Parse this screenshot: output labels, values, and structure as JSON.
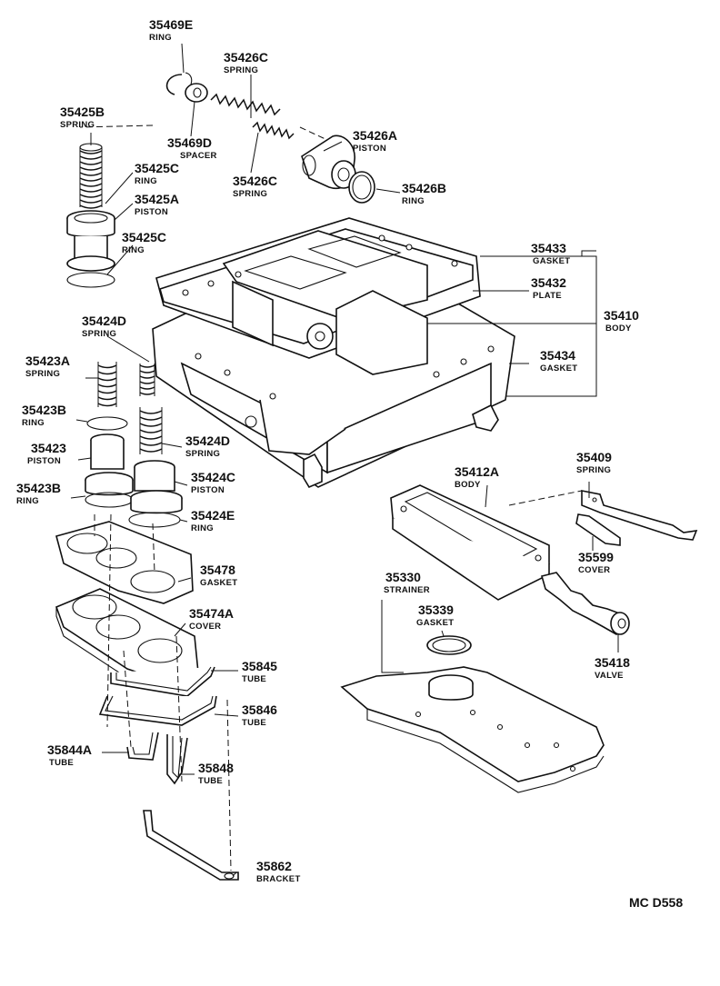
{
  "diagram_code": "MC D558",
  "parts": [
    {
      "id": "35469E",
      "name": "RING"
    },
    {
      "id": "35426C_top",
      "number": "35426C",
      "name": "SPRING"
    },
    {
      "id": "35425B",
      "name": "SPRING"
    },
    {
      "id": "35469D",
      "name": "SPACER"
    },
    {
      "id": "35426A",
      "name": "PISTON"
    },
    {
      "id": "35425C_upper",
      "number": "35425C",
      "name": "RING"
    },
    {
      "id": "35425A",
      "name": "PISTON"
    },
    {
      "id": "35426C_bottom",
      "number": "35426C",
      "name": "SPRING"
    },
    {
      "id": "35426B",
      "name": "RING"
    },
    {
      "id": "35425C_lower",
      "number": "35425C",
      "name": "RING"
    },
    {
      "id": "35433",
      "name": "GASKET"
    },
    {
      "id": "35432",
      "name": "PLATE"
    },
    {
      "id": "35410",
      "name": "BODY"
    },
    {
      "id": "35434",
      "name": "GASKET"
    },
    {
      "id": "35424D_top",
      "number": "35424D",
      "name": "SPRING"
    },
    {
      "id": "35423A",
      "name": "SPRING"
    },
    {
      "id": "35423B_top",
      "number": "35423B",
      "name": "RING"
    },
    {
      "id": "35423",
      "name": "PISTON"
    },
    {
      "id": "35424D_bottom",
      "number": "35424D",
      "name": "SPRING"
    },
    {
      "id": "35423B_bottom",
      "number": "35423B",
      "name": "RING"
    },
    {
      "id": "35424C",
      "name": "PISTON"
    },
    {
      "id": "35424E",
      "name": "RING"
    },
    {
      "id": "35409",
      "name": "SPRING"
    },
    {
      "id": "35412A",
      "name": "BODY"
    },
    {
      "id": "35599",
      "name": "COVER"
    },
    {
      "id": "35478",
      "name": "GASKET"
    },
    {
      "id": "35330",
      "name": "STRAINER"
    },
    {
      "id": "35339",
      "name": "GASKET"
    },
    {
      "id": "35474A",
      "name": "COVER"
    },
    {
      "id": "35845",
      "name": "TUBE"
    },
    {
      "id": "35418",
      "name": "VALVE"
    },
    {
      "id": "35846",
      "name": "TUBE"
    },
    {
      "id": "35844A",
      "name": "TUBE"
    },
    {
      "id": "35848",
      "name": "TUBE"
    },
    {
      "id": "35862",
      "name": "BRACKET"
    }
  ]
}
